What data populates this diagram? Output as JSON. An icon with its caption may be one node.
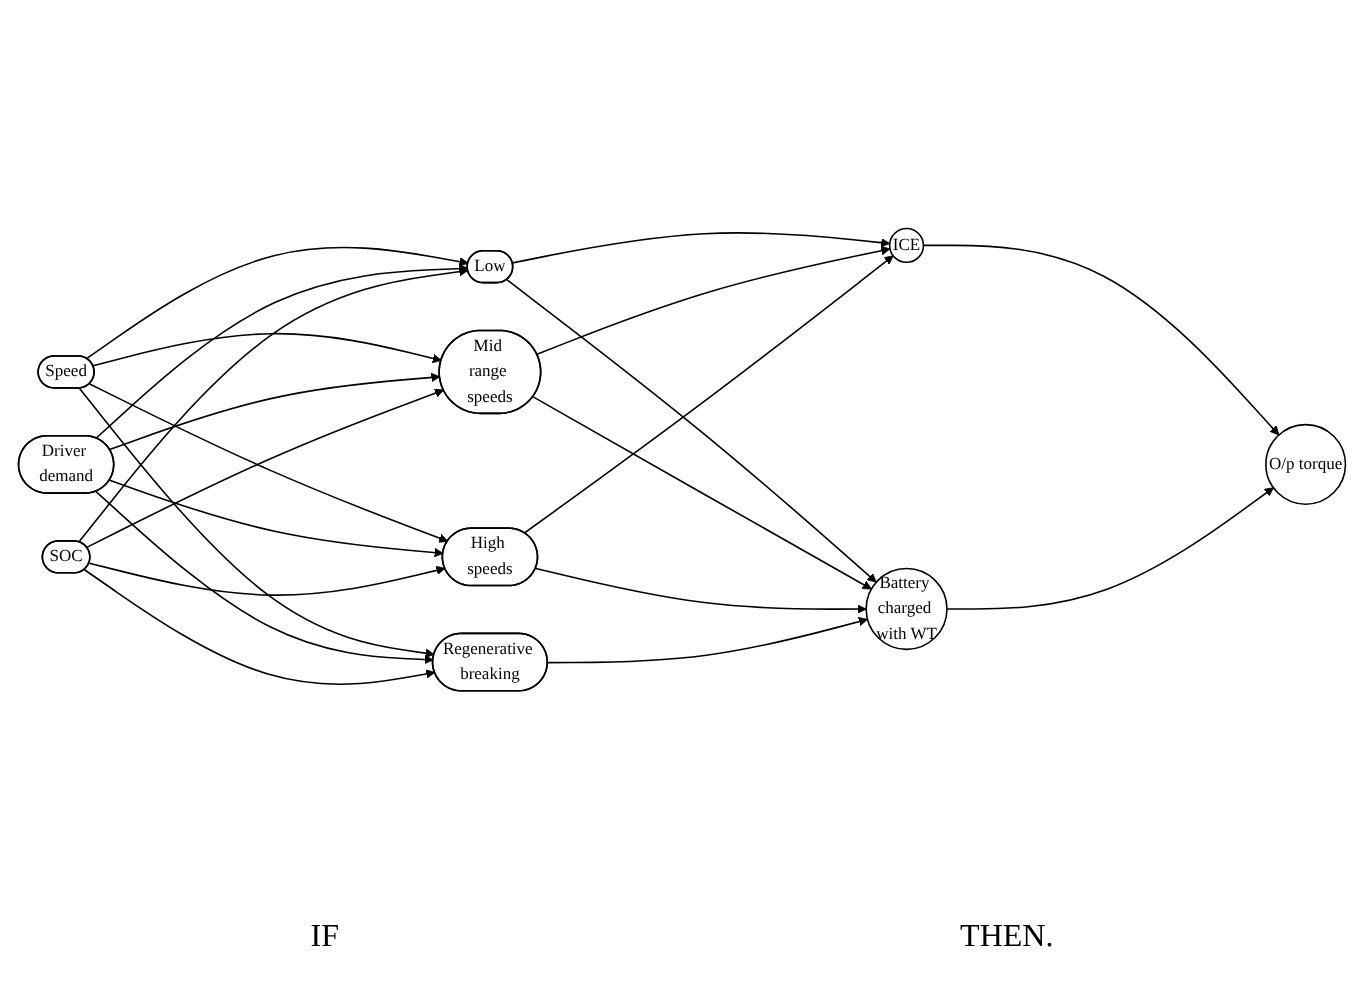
{
  "diagram": {
    "nodes": [
      {
        "text": [
          "Speed"
        ]
      },
      {
        "text": [
          "Driver demand"
        ]
      },
      {
        "text": [
          "SOC"
        ]
      },
      {
        "text": [
          "Low"
        ]
      },
      {
        "text": [
          "Mid range speeds"
        ]
      },
      {
        "text": [
          "High speeds"
        ]
      },
      {
        "text": [
          "Regenerative breaking"
        ]
      },
      {
        "text": [
          "ICE"
        ]
      },
      {
        "text": [
          "Battery charged with WT"
        ]
      },
      {
        "text": [
          "O/p torque"
        ]
      }
    ],
    "edges": [
      {
        "from": 0,
        "to": 3,
        "arrow": "to"
      },
      {
        "from": 0,
        "to": 4,
        "arrow": "to"
      },
      {
        "from": 0,
        "to": 5,
        "arrow": "to"
      },
      {
        "from": 0,
        "to": 6,
        "arrow": "to"
      },
      {
        "from": 1,
        "to": 3,
        "arrow": "to"
      },
      {
        "from": 1,
        "to": 4,
        "arrow": "to"
      },
      {
        "from": 1,
        "to": 5,
        "arrow": "to"
      },
      {
        "from": 1,
        "to": 6,
        "arrow": "to"
      },
      {
        "from": 2,
        "to": 3,
        "arrow": "to"
      },
      {
        "from": 2,
        "to": 4,
        "arrow": "to"
      },
      {
        "from": 2,
        "to": 5,
        "arrow": "to"
      },
      {
        "from": 2,
        "to": 6,
        "arrow": "to"
      },
      {
        "from": 3,
        "to": 7,
        "arrow": "to"
      },
      {
        "from": 3,
        "to": 8,
        "arrow": "to"
      },
      {
        "from": 4,
        "to": 7,
        "arrow": "to"
      },
      {
        "from": 4,
        "to": 8,
        "arrow": "to"
      },
      {
        "from": 5,
        "to": 7,
        "arrow": "to"
      },
      {
        "from": 5,
        "to": 8,
        "arrow": "to"
      },
      {
        "from": 6,
        "to": 8,
        "arrow": "to"
      },
      {
        "from": 7,
        "to": 9,
        "arrow": "to"
      },
      {
        "from": 8,
        "to": 9,
        "arrow": "to"
      }
    ],
    "labels": [
      "IF",
      "THEN."
    ]
  }
}
